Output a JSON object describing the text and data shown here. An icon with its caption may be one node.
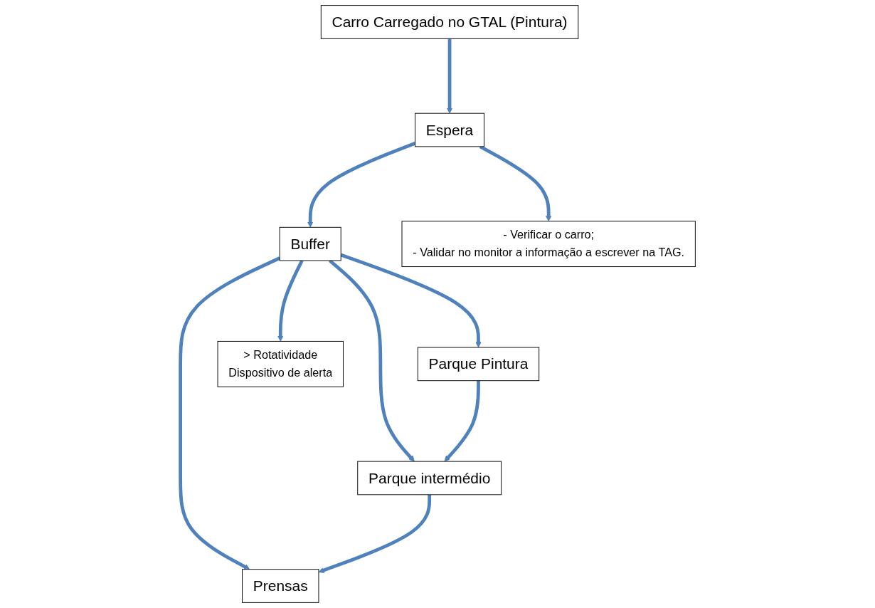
{
  "diagram": {
    "nodes": [
      {
        "text": [
          "Carro Carregado no GTAL (Pintura)"
        ]
      },
      {
        "text": [
          "Espera"
        ]
      },
      {
        "text": [
          "- Verificar o carro;",
          "- Validar no monitor a informação a escrever na TAG."
        ]
      },
      {
        "text": [
          "Buffer"
        ]
      },
      {
        "text": [
          "> Rotatividade",
          "Dispositivo de alerta"
        ]
      },
      {
        "text": [
          "Parque Pintura"
        ]
      },
      {
        "text": [
          "Parque intermédio"
        ]
      },
      {
        "text": [
          "Prensas"
        ]
      }
    ],
    "edges": [
      {
        "from": 0,
        "to": 1,
        "arrow": "to"
      },
      {
        "from": 1,
        "to": 2,
        "arrow": "to"
      },
      {
        "from": 1,
        "to": 3,
        "arrow": "to"
      },
      {
        "from": 3,
        "to": 4,
        "arrow": "to"
      },
      {
        "from": 3,
        "to": 5,
        "arrow": "to"
      },
      {
        "from": 3,
        "to": 6,
        "arrow": "to"
      },
      {
        "from": 3,
        "to": 7,
        "arrow": "to"
      },
      {
        "from": 5,
        "to": 6,
        "arrow": "to"
      },
      {
        "from": 6,
        "to": 7,
        "arrow": "to"
      }
    ]
  }
}
